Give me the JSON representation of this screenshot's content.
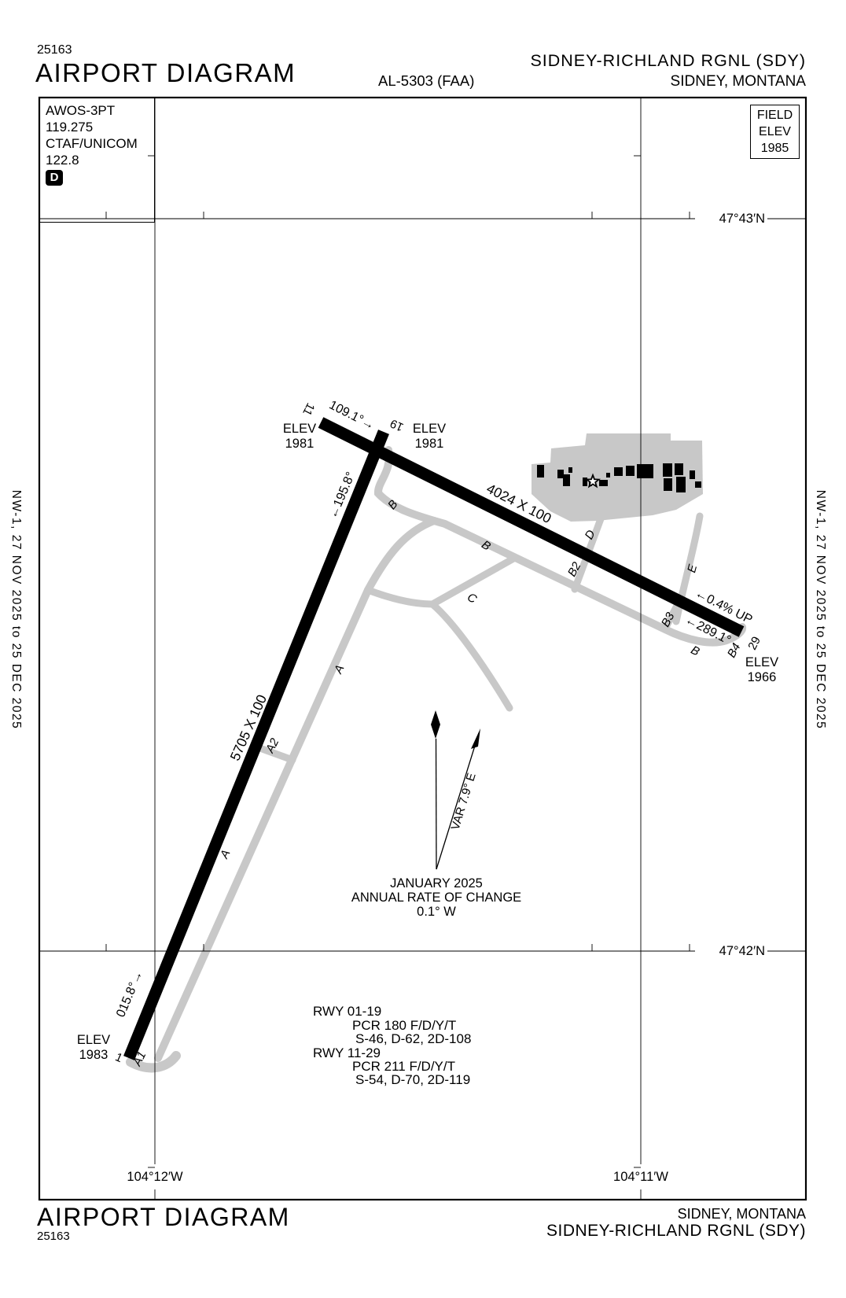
{
  "header": {
    "chart_number": "25163",
    "title": "AIRPORT DIAGRAM",
    "procedure_id": "AL-5303 (FAA)",
    "airport": "SIDNEY-RICHLAND RGNL (SDY)",
    "city": "SIDNEY, MONTANA"
  },
  "comms": {
    "lines": [
      "AWOS-3PT",
      "119.275",
      "CTAF/UNICOM",
      "122.8"
    ],
    "datalink_symbol": "D"
  },
  "field_elevation": {
    "label_line1": "FIELD",
    "label_line2": "ELEV",
    "value": "1985"
  },
  "margin_note": "NW-1, 27 NOV 2025 to 25 DEC 2025",
  "graticule": {
    "lat_upper": "47°43′N",
    "lat_lower": "47°42′N",
    "lon_left": "104°12′W",
    "lon_right": "104°11′W"
  },
  "runway_01_19": {
    "dimensions": "5705 X 100",
    "rwy01_number": "1",
    "rwy19_number": "19",
    "hdg_01": "015.8°→",
    "hdg_19": "←195.8°",
    "elev_01": {
      "label": "ELEV",
      "value": "1983"
    },
    "elev_19": {
      "label": "ELEV",
      "value": "1981"
    }
  },
  "runway_11_29": {
    "dimensions": "4024 X 100",
    "rwy11_number": "11",
    "rwy29_number": "29",
    "hdg_11": "109.1°→",
    "hdg_29": "←289.1°",
    "slope": "←0.4% UP",
    "elev_11": {
      "label": "ELEV",
      "value": "1981"
    },
    "elev_29": {
      "label": "ELEV",
      "value": "1966"
    }
  },
  "taxiways": {
    "a": "A",
    "a1": "A1",
    "a2": "A2",
    "b": "B",
    "b2": "B2",
    "b3": "B3",
    "b4": "B4",
    "c": "C",
    "d": "D",
    "e": "E"
  },
  "compass": {
    "variation": "VAR 7.9° E",
    "date": "JANUARY 2025",
    "rate_label": "ANNUAL RATE OF CHANGE",
    "rate_value": "0.1° W"
  },
  "runway_data": {
    "lines": [
      "RWY 01-19",
      "PCR 180 F/D/Y/T",
      "S-46, D-62, 2D-108",
      "RWY 11-29",
      "PCR 211 F/D/Y/T",
      "S-54, D-70, 2D-119"
    ]
  },
  "footer": {
    "title": "AIRPORT DIAGRAM",
    "chart_number": "25163",
    "city": "SIDNEY, MONTANA",
    "airport": "SIDNEY-RICHLAND RGNL (SDY)"
  }
}
